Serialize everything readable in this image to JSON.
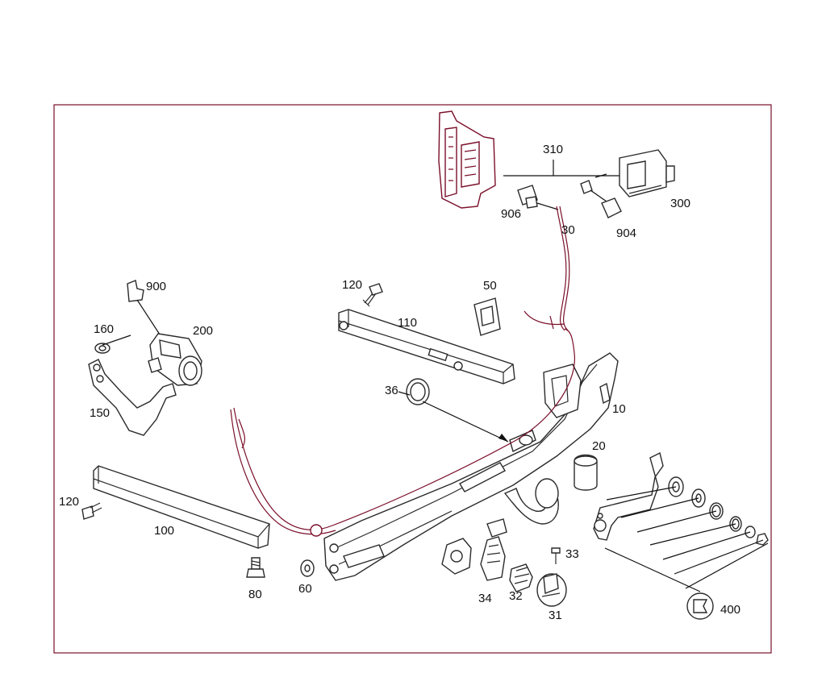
{
  "diagram": {
    "labels": {
      "l310": "310",
      "l300": "300",
      "l906": "906",
      "l904": "904",
      "l30": "30",
      "l900": "900",
      "l200": "200",
      "l160": "160",
      "l150": "150",
      "l120a": "120",
      "l110": "110",
      "l50": "50",
      "l36": "36",
      "l10": "10",
      "l20": "20",
      "l120b": "120",
      "l100": "100",
      "l80": "80",
      "l60": "60",
      "l34": "34",
      "l32": "32",
      "l33": "33",
      "l31": "31",
      "l400": "400"
    },
    "colors": {
      "frame": "#7a0f2a",
      "outline": "#2a2a2a",
      "accent": "#7a0f2a",
      "text": "#111111"
    }
  }
}
